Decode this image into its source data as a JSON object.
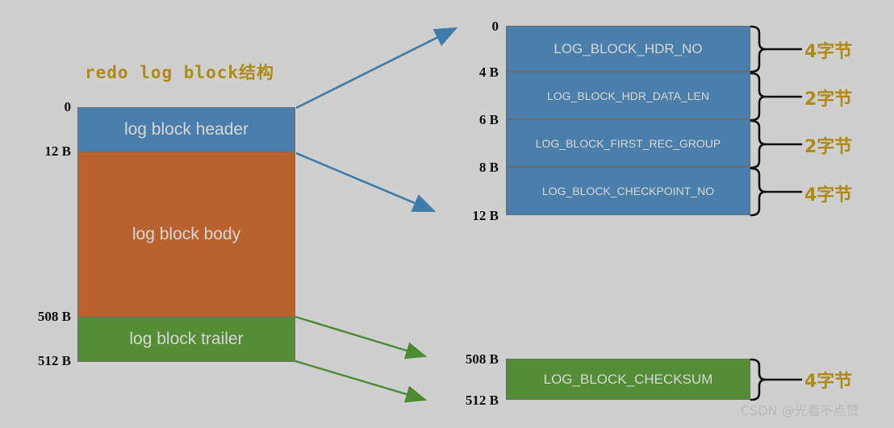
{
  "title": "redo log block结构",
  "colors": {
    "background": "#cfcfcf",
    "header_blue": "#4a7eab",
    "body_orange": "#b9622d",
    "trailer_green": "#558c36",
    "gold_text": "#b08a14",
    "block_text": "#d7d7d7",
    "arrow_blue": "#3d7cab",
    "arrow_green": "#4c8a33"
  },
  "main_block": {
    "sections": [
      {
        "label": "log block header",
        "start": "0",
        "end": "12 B",
        "color": "#4a7eab"
      },
      {
        "label": "log block body",
        "start": "12 B",
        "end": "508 B",
        "color": "#b9622d"
      },
      {
        "label": "log block trailer",
        "start": "508 B",
        "end": "512 B",
        "color": "#558c36"
      }
    ],
    "offsets": [
      "0",
      "12 B",
      "508 B",
      "512 B"
    ]
  },
  "header_detail": {
    "rows": [
      {
        "label": "LOG_BLOCK_HDR_NO",
        "start": "0",
        "end": "4 B",
        "size": "4字节"
      },
      {
        "label": "LOG_BLOCK_HDR_DATA_LEN",
        "start": "4 B",
        "end": "6 B",
        "size": "2字节"
      },
      {
        "label": "LOG_BLOCK_FIRST_REC_GROUP",
        "start": "6 B",
        "end": "8 B",
        "size": "2字节"
      },
      {
        "label": "LOG_BLOCK_CHECKPOINT_NO",
        "start": "8 B",
        "end": "12 B",
        "size": "4字节"
      }
    ],
    "offsets": [
      "0",
      "4 B",
      "6 B",
      "8 B",
      "12 B"
    ]
  },
  "trailer_detail": {
    "rows": [
      {
        "label": "LOG_BLOCK_CHECKSUM",
        "start": "508 B",
        "end": "512 B",
        "size": "4字节"
      }
    ],
    "offsets": [
      "508 B",
      "512 B"
    ]
  },
  "watermark": "CSDN @光看不点赞"
}
